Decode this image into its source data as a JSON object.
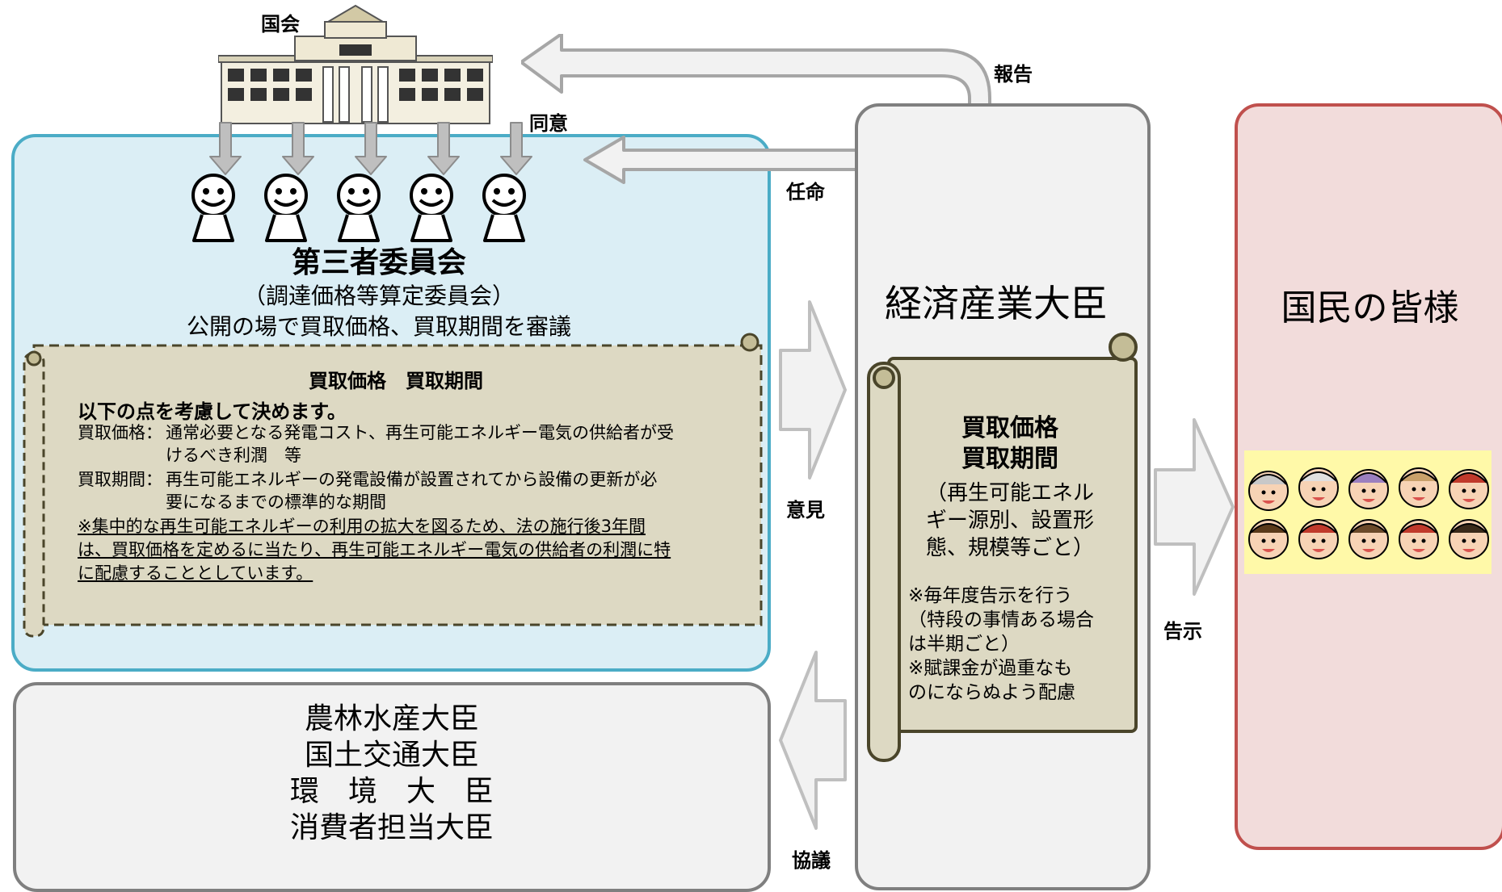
{
  "labels": {
    "parliament": "国会",
    "report": "報告",
    "consent": "同意",
    "appoint": "任命",
    "opinion": "意見",
    "notify": "告示",
    "consult": "協議"
  },
  "committee": {
    "title": "第三者委員会",
    "subtitle": "（調達価格等算定委員会）",
    "description": "公開の場で買取価格、買取期間を審議",
    "scroll": {
      "heading": "買取価格　買取期間",
      "intro": "以下の点を考慮して決めます。",
      "price_label": "買取価格：",
      "price_text_1": "通常必要となる発電コスト、再生可能エネルギー電気の供給者が受",
      "price_text_2": "けるべき利潤　等",
      "period_label": "買取期間：",
      "period_text_1": "再生可能エネルギーの発電設備が設置されてから設備の更新が必",
      "period_text_2": "要になるまでの標準的な期間",
      "note_1": "※集中的な再生可能エネルギーの利用の拡大を図るため、法の施行後3年間",
      "note_2": "は、買取価格を定めるに当たり、再生可能エネルギー電気の供給者の利潤に特",
      "note_3": "に配慮することとしています。"
    }
  },
  "ministers": {
    "line_1": "農林水産大臣",
    "line_2": "国土交通大臣",
    "line_3": "環　境　大　臣",
    "line_4": "消費者担当大臣"
  },
  "meti": {
    "title": "経済産業大臣",
    "scroll": {
      "heading_1": "買取価格",
      "heading_2": "買取期間",
      "sub_1": "（再生可能エネル",
      "sub_2": "ギー源別、設置形",
      "sub_3": "態、規模等ごと）",
      "note_1": "※毎年度告示を行う",
      "note_2": "（特段の事情ある場合",
      "note_3": "は半期ごと）",
      "note_4": "※賦課金が過重なも",
      "note_5": "のにならぬよう配慮"
    }
  },
  "public": {
    "title": "国民の皆様"
  },
  "colors": {
    "committee_fill": "#dbeef5",
    "committee_border": "#4bacc6",
    "gray_fill": "#f2f2f2",
    "gray_border": "#7f7f7f",
    "public_fill": "#f2dcdb",
    "public_border": "#c0504d",
    "scroll_fill": "#ddd9c3",
    "scroll_border": "#4a452a"
  },
  "icons": [
    "parliament-building-icon",
    "committee-member-icon",
    "citizens-group-icon",
    "block-arrow-icon"
  ]
}
